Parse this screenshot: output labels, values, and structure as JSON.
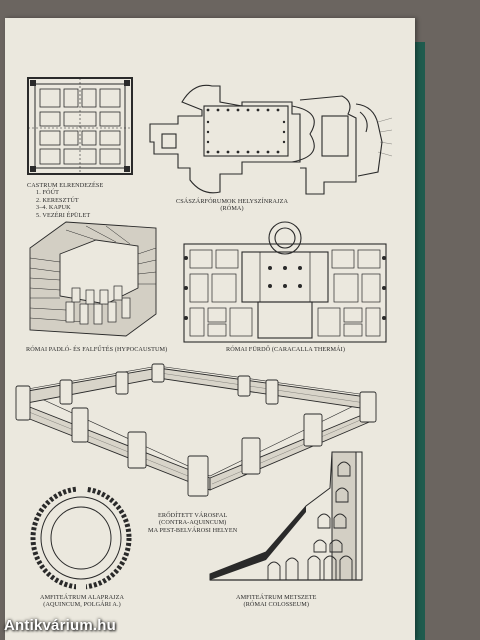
{
  "captions": {
    "castrum": {
      "title": "CASTRUM ELRENDEZÉSE",
      "items": [
        "1. FÓÚT",
        "2. KERESZTÚT",
        "3–4. KAPUK",
        "5. VEZÉRI ÉPÜLET"
      ]
    },
    "forum": {
      "lines": [
        "CSÁSZÁRFÓRUMOK HELYSZÍNRAJZA",
        "(RÓMA)"
      ]
    },
    "hypocaustum": {
      "lines": [
        "RÓMAI PADLÓ- ÉS FALFŰTÉS (HYPOCAUSTUM)"
      ]
    },
    "baths": {
      "lines": [
        "RÓMAI FÜRDŐ (CARACALLA THERMÁI)"
      ]
    },
    "town_wall": {
      "lines": [
        "ERŐDÍTETT VÁROSFAL",
        "(CONTRA-AQUINCUM)",
        "MA PEST-BELVÁROSI HELYEN"
      ]
    },
    "amphi_plan": {
      "lines": [
        "AMFITEÁTRUM ALAPRAJZA",
        "(AQUINCUM, POLGÁRI A.)"
      ]
    },
    "amphi_section": {
      "lines": [
        "AMFITEÁTRUM METSZETE",
        "(RÓMAI COLOSSEUM)"
      ]
    }
  },
  "watermark": "Antikvárium.hu",
  "colors": {
    "page": "#ebe8de",
    "ink": "#2a2a2a",
    "cover": "#1f5b4e",
    "background": "#6b6560"
  }
}
